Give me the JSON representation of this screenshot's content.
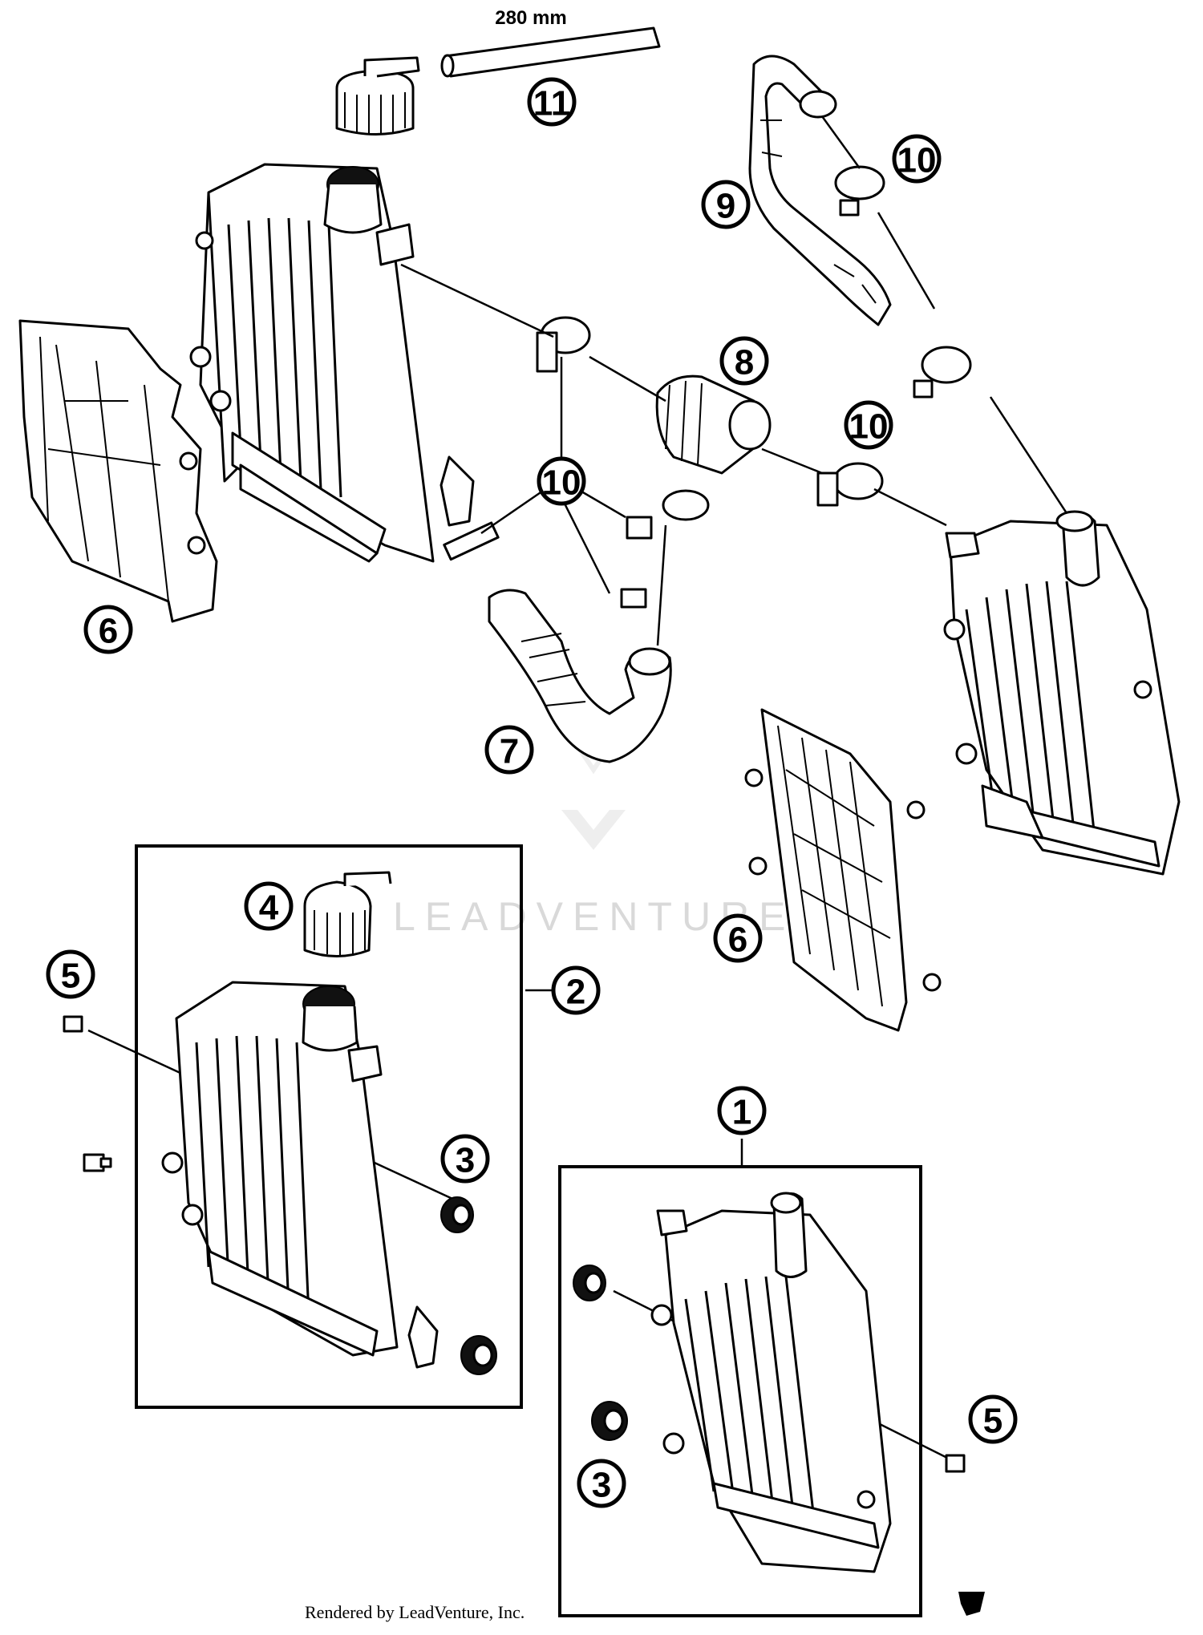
{
  "dimension_label": "280 mm",
  "footer_text": "Rendered by LeadVenture, Inc.",
  "watermark_text": "LEADVENTURE",
  "callouts": [
    {
      "id": "c11",
      "label": "11"
    },
    {
      "id": "c10a",
      "label": "10"
    },
    {
      "id": "c9",
      "label": "9"
    },
    {
      "id": "c8",
      "label": "8"
    },
    {
      "id": "c10b",
      "label": "10"
    },
    {
      "id": "c10c",
      "label": "10"
    },
    {
      "id": "c6a",
      "label": "6"
    },
    {
      "id": "c7",
      "label": "7"
    },
    {
      "id": "c6b",
      "label": "6"
    },
    {
      "id": "c4",
      "label": "4"
    },
    {
      "id": "c5a",
      "label": "5"
    },
    {
      "id": "c2",
      "label": "2"
    },
    {
      "id": "c3a",
      "label": "3"
    },
    {
      "id": "c1",
      "label": "1"
    },
    {
      "id": "c5b",
      "label": "5"
    },
    {
      "id": "c3b",
      "label": "3"
    }
  ]
}
